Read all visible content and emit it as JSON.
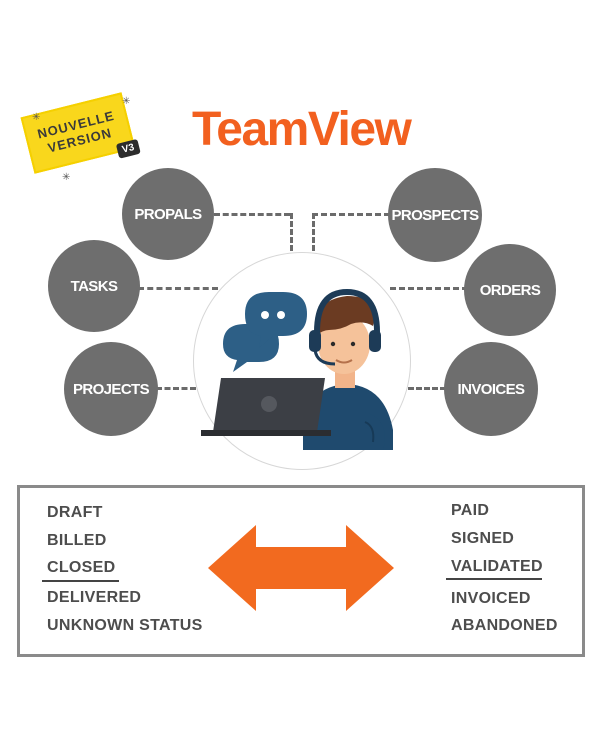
{
  "title": "TeamView",
  "colors": {
    "title": "#f2601f",
    "badge_fill": "#f9d71c",
    "node_fill": "#6e6e6e",
    "node_text": "#ffffff",
    "arrow": "#f26a1f",
    "status_text": "#4d4d4d",
    "box_border": "#8a8a8a",
    "headset": "#1d3b57",
    "shirt": "#1f4a6e",
    "laptop": "#3c3f45",
    "bubble": "#2d5f86"
  },
  "badge": {
    "line1": "NOUVELLE",
    "line2": "VERSION",
    "tag": "V3"
  },
  "nodes": {
    "propals": "PROPALS",
    "tasks": "TASKS",
    "projects": "PROJECTS",
    "prospects": "PROSPECTS",
    "orders": "ORDERS",
    "invoices": "INVOICES"
  },
  "hub": {
    "illustration": "support-agent-headset-laptop",
    "bubble_icon": "chat-bubbles-icon"
  },
  "statuses": {
    "left": [
      "DRAFT",
      "BILLED",
      "CLOSED",
      "DELIVERED",
      "UNKNOWN STATUS"
    ],
    "right": [
      "PAID",
      "SIGNED",
      "VALIDATED",
      "INVOICED",
      "ABANDONED"
    ]
  },
  "arrow_icon": "double-arrow-icon"
}
